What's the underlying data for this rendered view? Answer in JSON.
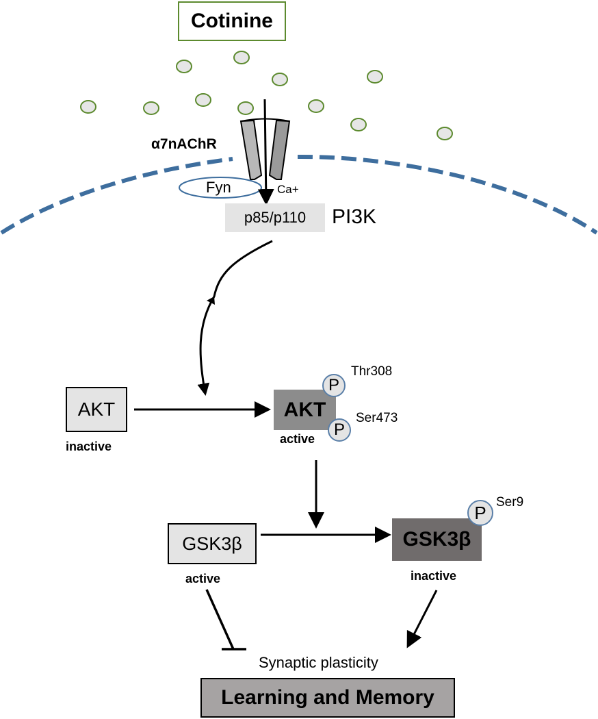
{
  "ligand": {
    "label": "Cotinine"
  },
  "receptor": {
    "label": "α7nAChR"
  },
  "fyn": {
    "label": "Fyn"
  },
  "calcium": {
    "label": "Ca+"
  },
  "pi3k": {
    "subunit_label": "p85/p110",
    "label": "PI3K"
  },
  "akt_inactive": {
    "label": "AKT",
    "state": "inactive"
  },
  "akt_active": {
    "label": "AKT",
    "state": "active",
    "phospho": [
      {
        "symbol": "P",
        "site": "Thr308"
      },
      {
        "symbol": "P",
        "site": "Ser473"
      }
    ]
  },
  "gsk_active": {
    "label": "GSK3β",
    "state": "active"
  },
  "gsk_inactive": {
    "label": "GSK3β",
    "state": "inactive",
    "phospho": [
      {
        "symbol": "P",
        "site": "Ser9"
      }
    ]
  },
  "outcome": {
    "plasticity": "Synaptic plasticity",
    "memory": "Learning and Memory"
  },
  "colors": {
    "membrane": "#3e6e9e",
    "ligand_fill": "#e6e6e6",
    "ligand_stroke": "#5c8a2e",
    "phospho_stroke": "#5a7fa8",
    "akt_active_fill": "#8c8c8c",
    "gsk_inactive_fill": "#706c6c",
    "memory_fill": "#a6a3a3"
  }
}
